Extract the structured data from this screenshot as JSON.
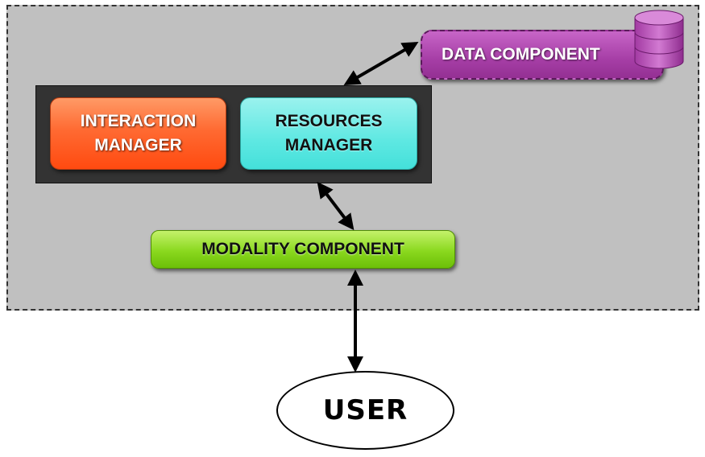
{
  "components": {
    "interaction_manager": {
      "line1": "INTERACTION",
      "line2": "MANAGER"
    },
    "resources_manager": {
      "line1": "RESOURCES",
      "line2": "MANAGER"
    },
    "data_component": "DATA COMPONENT",
    "modality_component": "MODALITY COMPONENT",
    "user": "USER"
  },
  "colors": {
    "system_background": "#c0c0c0",
    "manager_frame": "#333333",
    "interaction_manager": "#ff5a1e",
    "resources_manager": "#5ee8e2",
    "modality_component": "#8ad81e",
    "data_component": "#a63ea6"
  },
  "icons": {
    "database": "database-icon"
  }
}
